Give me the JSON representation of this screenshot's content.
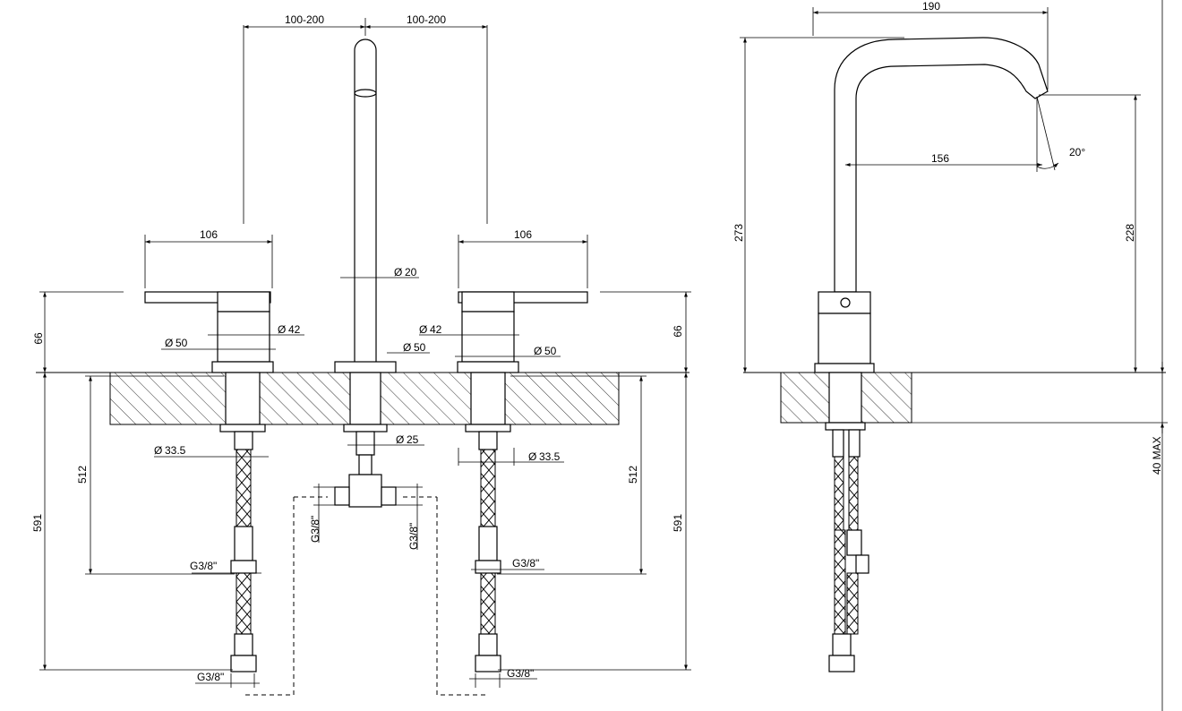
{
  "front_view": {
    "dim_spacing_left": "100-200",
    "dim_spacing_right": "100-200",
    "dim_handle_left": "106",
    "dim_handle_right": "106",
    "dim_spout_dia": "20",
    "dim_body_dia_left": "42",
    "dim_body_dia_right": "42",
    "dim_base_dia_left": "50",
    "dim_base_dia_center": "50",
    "dim_base_dia_right": "50",
    "dim_height_left": "66",
    "dim_height_right": "66",
    "dim_shank_dia_left": "33.5",
    "dim_shank_dia_right": "33.5",
    "dim_shank_dia_center": "25",
    "dim_hose_left": "512",
    "dim_hose_right": "512",
    "dim_total_left": "591",
    "dim_total_right": "591",
    "thread_left_mid": "G3/8\"",
    "thread_right_mid": "G3/8\"",
    "thread_left_end": "G3/8\"",
    "thread_right_end": "G3/8\"",
    "thread_center_left": "G3/8\"",
    "thread_center_right": "G3/8\""
  },
  "side_view": {
    "dim_reach_top": "190",
    "dim_reach_outlet": "156",
    "dim_angle": "20°",
    "dim_total_height": "273",
    "dim_outlet_height": "228",
    "dim_deck_max": "40 MAX"
  }
}
